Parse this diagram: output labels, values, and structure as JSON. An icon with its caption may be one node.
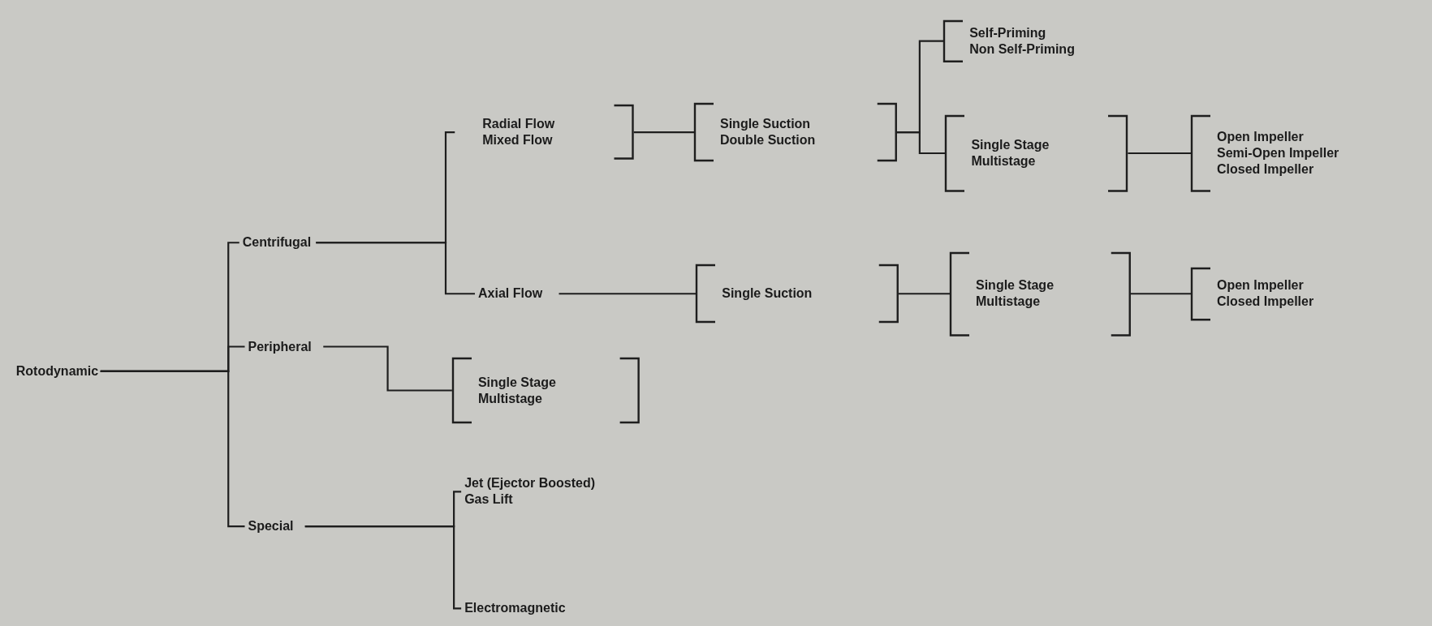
{
  "diagram": {
    "nodes": [
      {
        "text": [
          "Rotodynamic"
        ]
      },
      {
        "text": [
          "Centrifugal"
        ]
      },
      {
        "text": [
          "Radial Flow",
          "Mixed Flow"
        ]
      },
      {
        "text": [
          "Single Suction",
          "Double Suction"
        ]
      },
      {
        "text": [
          "Self-Priming",
          "Non Self-Priming"
        ]
      },
      {
        "text": [
          "Single Stage",
          "Multistage"
        ]
      },
      {
        "text": [
          "Open Impeller",
          "Semi-Open Impeller",
          "Closed Impeller"
        ]
      },
      {
        "text": [
          "Axial Flow"
        ]
      },
      {
        "text": [
          "Single Suction"
        ]
      },
      {
        "text": [
          "Single Stage",
          "Multistage"
        ]
      },
      {
        "text": [
          "Open Impeller",
          "Closed Impeller"
        ]
      },
      {
        "text": [
          "Peripheral"
        ]
      },
      {
        "text": [
          "Single Stage",
          "Multistage"
        ]
      },
      {
        "text": [
          "Special"
        ]
      },
      {
        "text": [
          "Jet (Ejector Boosted)",
          "Gas Lift"
        ]
      },
      {
        "text": [
          "Electromagnetic"
        ]
      }
    ],
    "edges": [
      {
        "from": 0,
        "to": 1,
        "arrow": "none"
      },
      {
        "from": 0,
        "to": 11,
        "arrow": "none"
      },
      {
        "from": 0,
        "to": 13,
        "arrow": "none"
      },
      {
        "from": 1,
        "to": 2,
        "arrow": "none"
      },
      {
        "from": 1,
        "to": 7,
        "arrow": "none"
      },
      {
        "from": 2,
        "to": 3,
        "arrow": "none"
      },
      {
        "from": 3,
        "to": 4,
        "arrow": "none"
      },
      {
        "from": 3,
        "to": 5,
        "arrow": "none"
      },
      {
        "from": 5,
        "to": 6,
        "arrow": "none"
      },
      {
        "from": 7,
        "to": 8,
        "arrow": "none"
      },
      {
        "from": 8,
        "to": 9,
        "arrow": "none"
      },
      {
        "from": 9,
        "to": 10,
        "arrow": "none"
      },
      {
        "from": 11,
        "to": 12,
        "arrow": "none"
      },
      {
        "from": 13,
        "to": 14,
        "arrow": "none"
      },
      {
        "from": 13,
        "to": 15,
        "arrow": "none"
      }
    ]
  }
}
